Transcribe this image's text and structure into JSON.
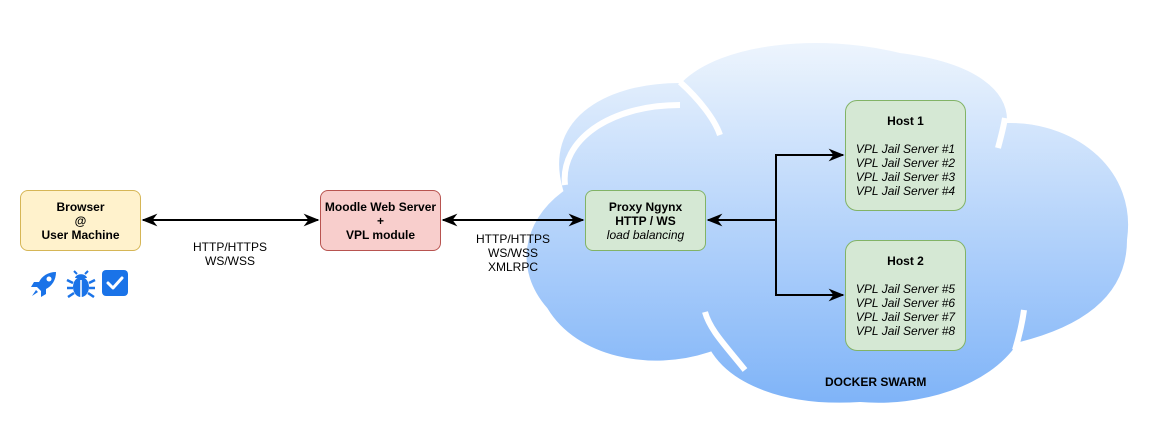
{
  "browser": {
    "line1": "Browser",
    "line2": "@",
    "line3": "User Machine"
  },
  "moodle": {
    "line1": "Moodle Web Server",
    "line2": "+",
    "line3": "VPL module"
  },
  "proxy": {
    "line1": "Proxy Ngynx",
    "line2": "HTTP / WS",
    "line3": "load balancing"
  },
  "host1": {
    "title": "Host 1",
    "servers": [
      "VPL Jail Server #1",
      "VPL Jail Server #2",
      "VPL Jail Server #3",
      "VPL Jail Server #4"
    ]
  },
  "host2": {
    "title": "Host 2",
    "servers": [
      "VPL Jail Server #5",
      "VPL Jail Server #6",
      "VPL Jail Server #7",
      "VPL Jail Server #8"
    ]
  },
  "link1": {
    "lines": [
      "HTTP/HTTPS",
      "WS/WSS"
    ]
  },
  "link2": {
    "lines": [
      "HTTP/HTTPS",
      "WS/WSS",
      "XMLRPC"
    ]
  },
  "cloud": {
    "label": "DOCKER SWARM"
  },
  "icons": [
    "rocket-icon",
    "bug-icon",
    "checkbox-icon"
  ],
  "colors": {
    "browser_fill": "#fff2cc",
    "browser_stroke": "#d6b656",
    "moodle_fill": "#f8cecc",
    "moodle_stroke": "#b85450",
    "green_fill": "#d5e8d4",
    "green_stroke": "#82b366",
    "cloud_top": "#eef5fd",
    "cloud_bottom": "#7eb3f8",
    "icon_blue": "#1a73e8"
  }
}
